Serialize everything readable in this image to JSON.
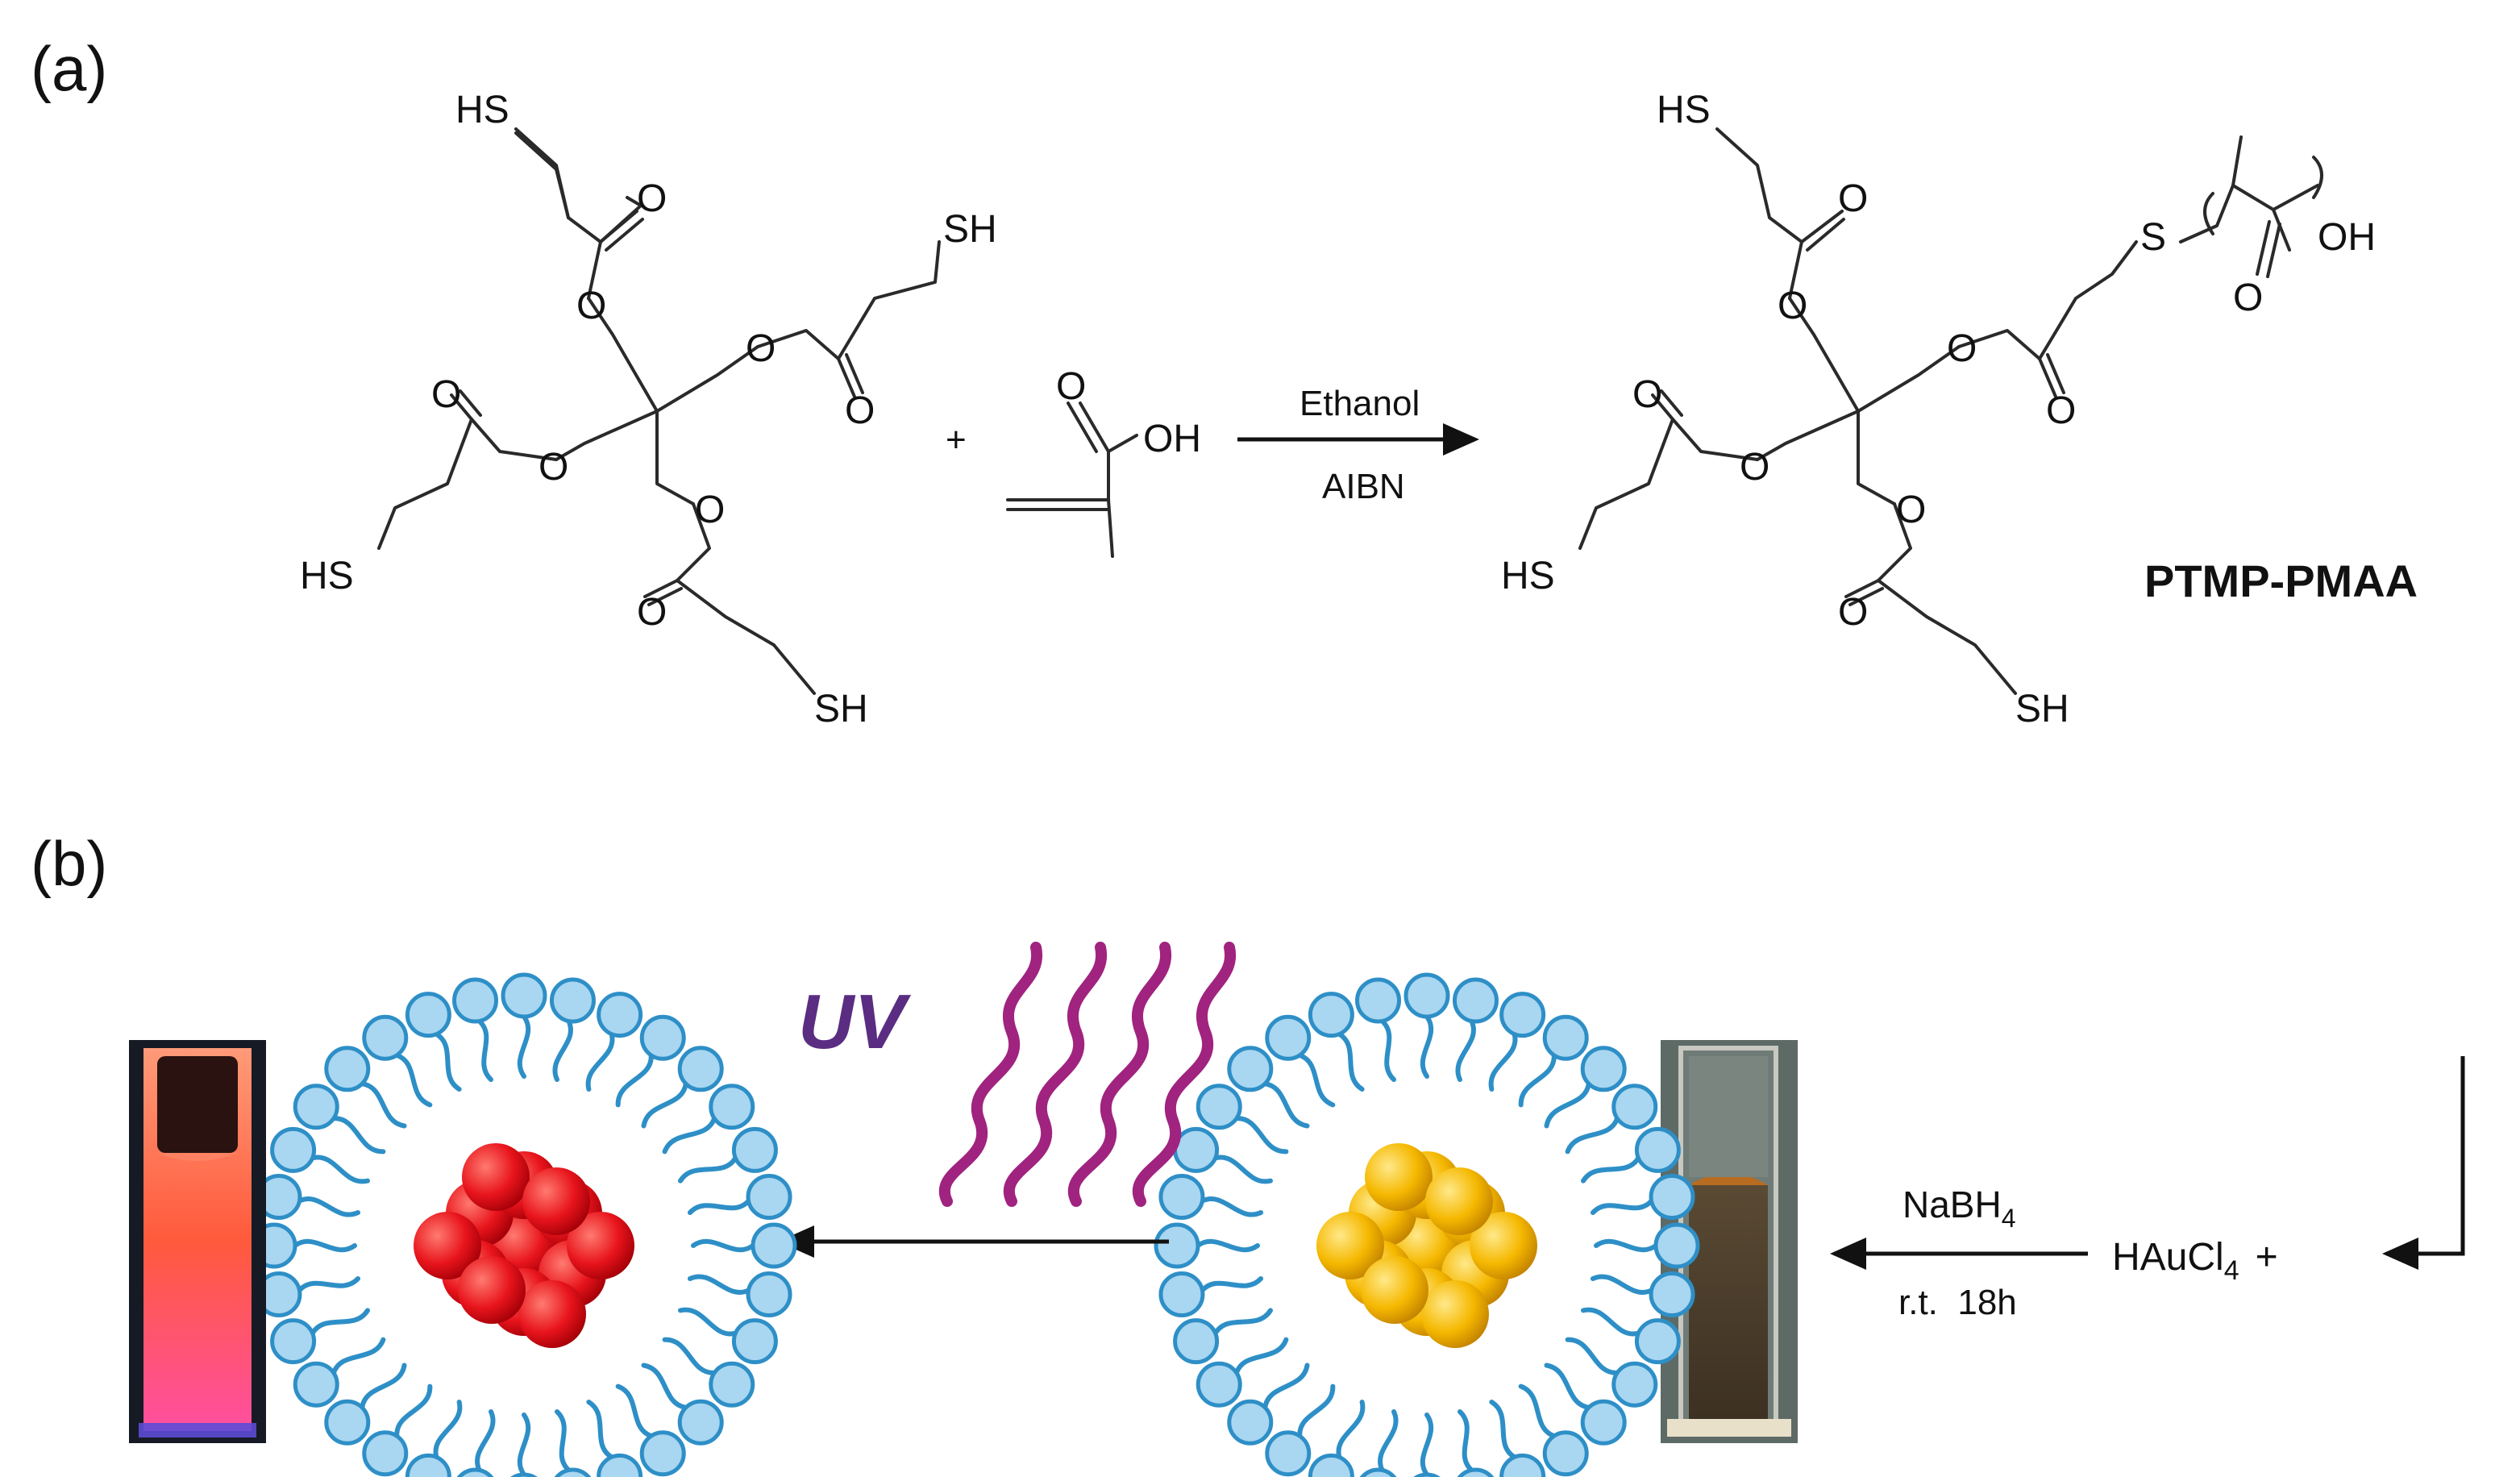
{
  "panels": {
    "a": "(a)",
    "b": "(b)"
  },
  "scheme_a": {
    "reactant_labels": {
      "hs_top": "HS",
      "sh_right": "SH",
      "hs_left": "HS",
      "sh_bottom": "SH",
      "o_carbonyl_top": "O",
      "o_ester_top": "O",
      "o_ester_right": "O",
      "o_carbonyl_right": "O",
      "o_carbonyl_left": "O",
      "o_ester_left": "O",
      "o_ester_bottom": "O",
      "o_carbonyl_bottom": "O"
    },
    "plus": "+",
    "methacrylic_acid": {
      "o": "O",
      "oh": "OH"
    },
    "conditions": {
      "solvent": "Ethanol",
      "initiator": "AIBN"
    },
    "product_labels": {
      "hs_top": "HS",
      "s_link": "S",
      "oh": "OH",
      "o_acid": "O",
      "hs_left": "HS",
      "sh_bottom": "SH",
      "o_carbonyl_top": "O",
      "o_ester_top": "O",
      "o_ester_right": "O",
      "o_carbonyl_right": "O",
      "o_carbonyl_left": "O",
      "o_ester_left": "O",
      "o_ester_bottom": "O",
      "o_carbonyl_bottom": "O"
    },
    "product_name": "PTMP-PMAA"
  },
  "scheme_b": {
    "uv_label": "UV",
    "reagent_top": "NaBH",
    "reagent_top_sub": "4",
    "reagent_bottom": "r.t.  18h",
    "start_material": "HAuCl",
    "start_material_sub": "4",
    "start_plus": "+",
    "colors": {
      "micelle_head": "#a9d6f0",
      "micelle_stroke": "#2e8fc7",
      "uv_text": "#5a2d82",
      "uv_wave": "#a0237f",
      "cluster_emissive": "#e8141c",
      "cluster_gold": "#f5b800",
      "cuvette_glow": "#ff5a3c",
      "cuvette_dark": "#4a3a28"
    }
  }
}
